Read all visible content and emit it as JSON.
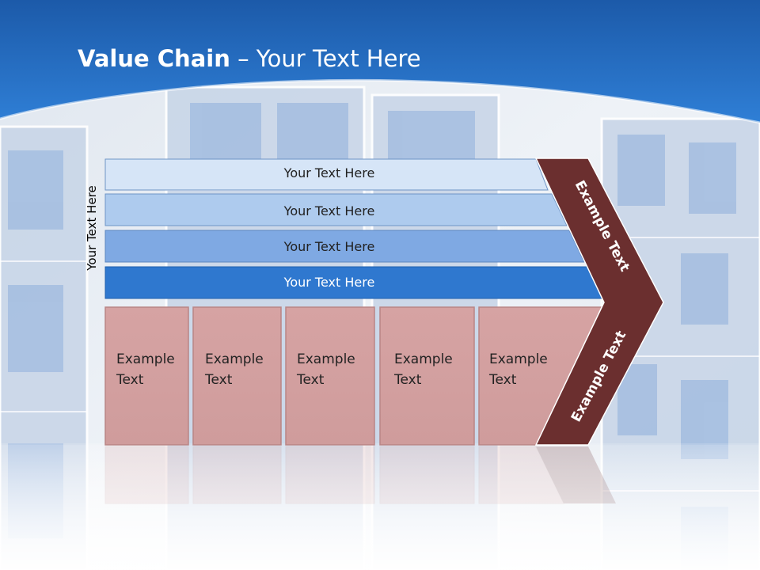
{
  "slide": {
    "title_bold": "Value Chain",
    "title_rest": " – Your Text Here",
    "side_label": "Your Text Here"
  },
  "support_rows": [
    {
      "label": "Your Text Here",
      "color": "#d6e5f7"
    },
    {
      "label": "Your Text Here",
      "color": "#aecbee"
    },
    {
      "label": "Your Text Here",
      "color": "#7fa9e3"
    },
    {
      "label": "Your Text Here",
      "color": "#2f78cf"
    }
  ],
  "primary_boxes": [
    {
      "line1": "Example",
      "line2": "Text"
    },
    {
      "line1": "Example",
      "line2": "Text"
    },
    {
      "line1": "Example",
      "line2": "Text"
    },
    {
      "line1": "Example",
      "line2": "Text"
    },
    {
      "line1": "Example",
      "line2": "Text"
    }
  ],
  "chevron": {
    "upper_label": "Example Text",
    "lower_label": "Example Text",
    "color": "#6b2f2f"
  },
  "colors": {
    "header_blue": "#1e5fb4",
    "box_fill": "#d19e9e",
    "box_stroke": "#b98585"
  }
}
